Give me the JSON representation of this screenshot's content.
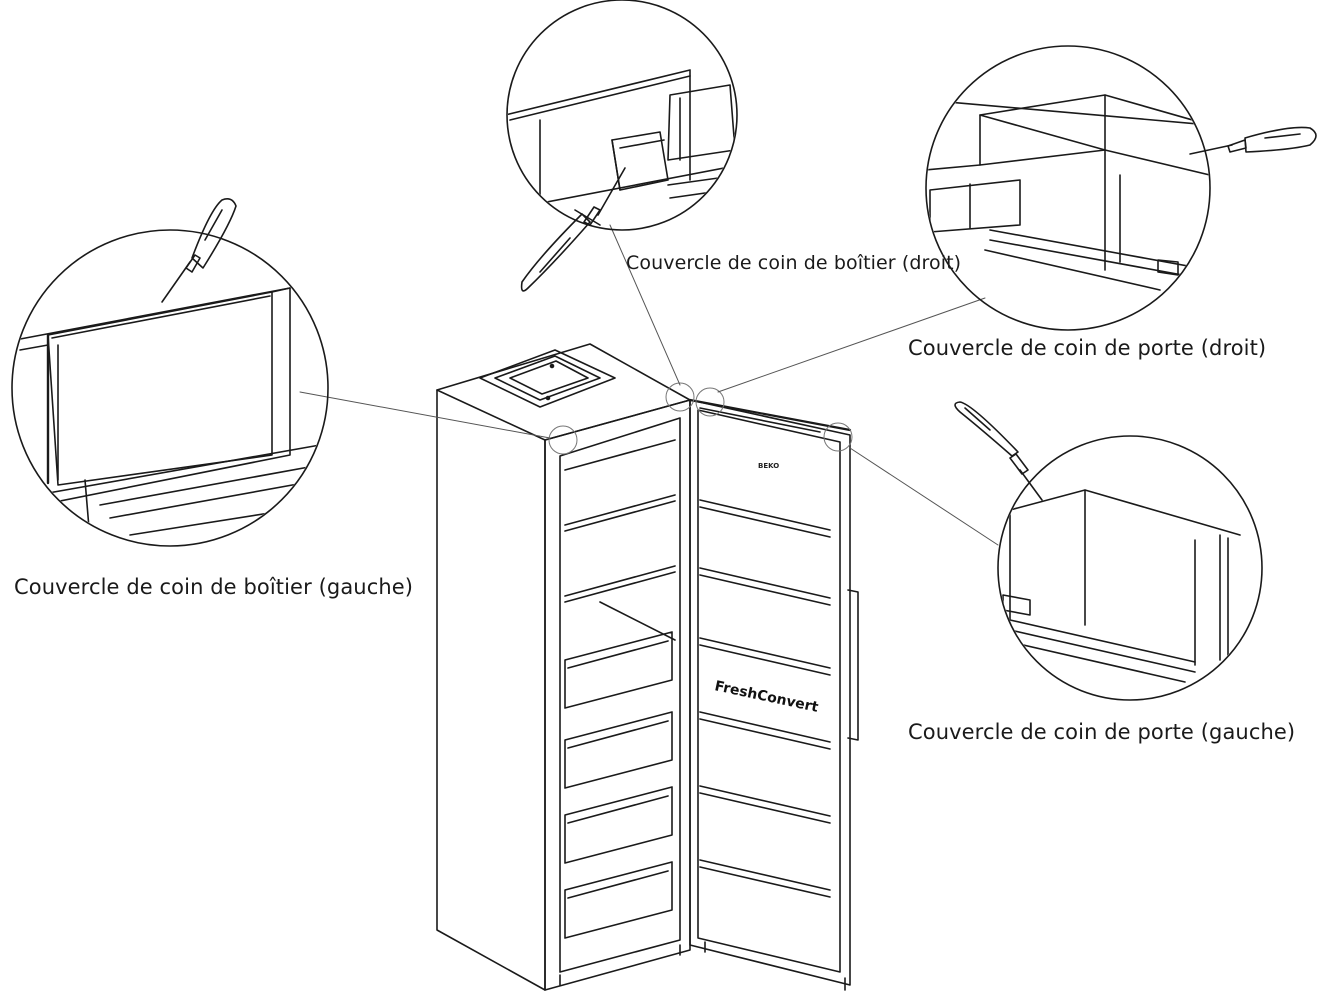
{
  "callouts": {
    "boitier_gauche": "Couvercle de coin de boîtier (gauche)",
    "boitier_droit": "Couvercle de coin de boîtier (droit)",
    "porte_droit": "Couvercle de coin de porte (droit)",
    "porte_gauche": "Couvercle de coin de porte (gauche)"
  },
  "fridge": {
    "brand_label": "FreshConvert",
    "door_badge": "BEKO"
  },
  "colors": {
    "line": "#1a1a1a",
    "background": "#ffffff"
  }
}
